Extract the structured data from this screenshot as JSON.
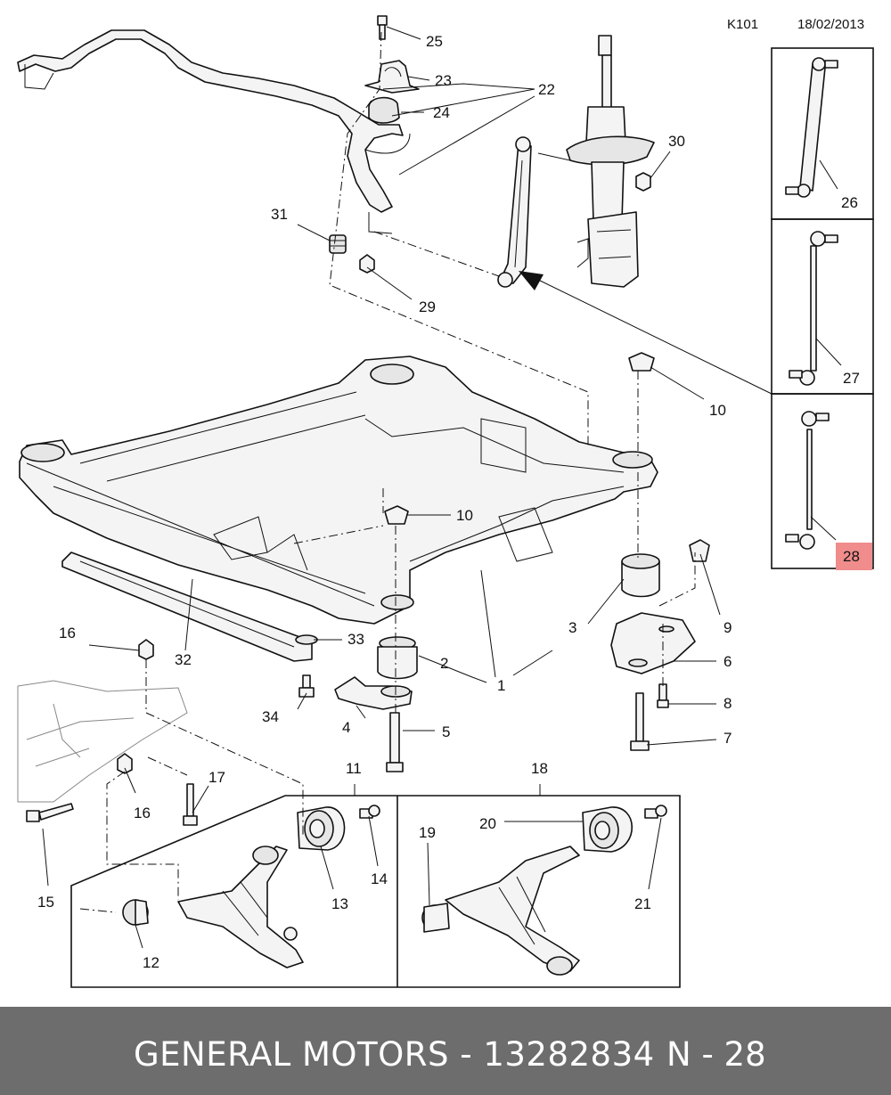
{
  "header": {
    "ref": "K101",
    "date": "18/02/2013"
  },
  "callouts": {
    "n1": "1",
    "n2": "2",
    "n3": "3",
    "n4": "4",
    "n5": "5",
    "n6": "6",
    "n7": "7",
    "n8": "8",
    "n9": "9",
    "n10a": "10",
    "n10b": "10",
    "n11": "11",
    "n12": "12",
    "n13": "13",
    "n14": "14",
    "n15": "15",
    "n16a": "16",
    "n16b": "16",
    "n17": "17",
    "n18": "18",
    "n19": "19",
    "n20": "20",
    "n21": "21",
    "n22": "22",
    "n23": "23",
    "n24": "24",
    "n25": "25",
    "n26": "26",
    "n27": "27",
    "n28": "28",
    "n29": "29",
    "n30": "30",
    "n31": "31",
    "n32": "32",
    "n33": "33",
    "n34": "34"
  },
  "highlight": {
    "part": "28",
    "color": "#f08c8c"
  },
  "footer": {
    "title": "GENERAL MOTORS - 13282834",
    "code": "N - 28",
    "background": "#6d6d6d"
  }
}
